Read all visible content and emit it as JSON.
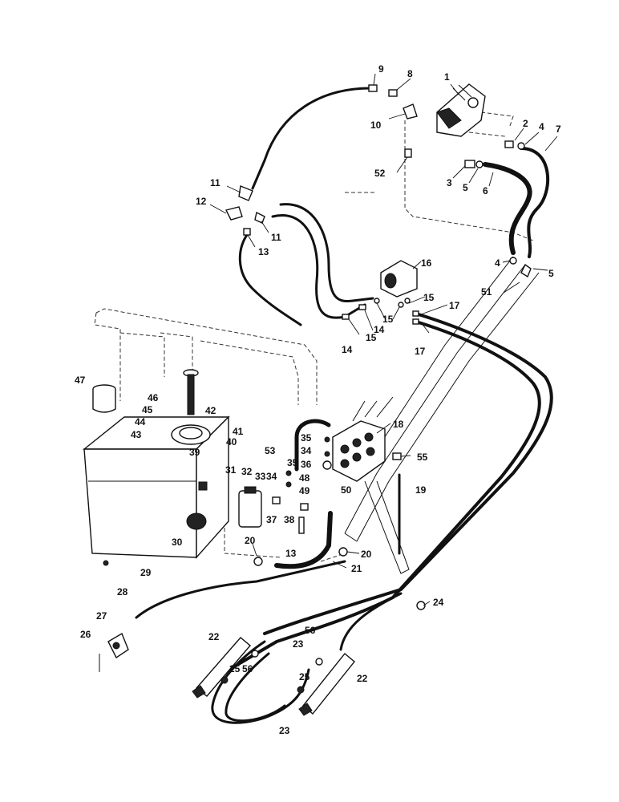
{
  "labels": {
    "l1": "1",
    "l2": "2",
    "l3": "3",
    "l4a": "4",
    "l4b": "4",
    "l5a": "5",
    "l5b": "5",
    "l6": "6",
    "l7": "7",
    "l8": "8",
    "l9": "9",
    "l10": "10",
    "l11a": "11",
    "l11b": "11",
    "l12": "12",
    "l13a": "13",
    "l13b": "13",
    "l14a": "14",
    "l14b": "14",
    "l15a": "15",
    "l15b": "15",
    "l15c": "15",
    "l16": "16",
    "l17a": "17",
    "l17b": "17",
    "l18": "18",
    "l19": "19",
    "l20a": "20",
    "l20b": "20",
    "l21": "21",
    "l22a": "22",
    "l22b": "22",
    "l23a": "23",
    "l23b": "23",
    "l24": "24",
    "l25a": "25",
    "l25b": "25",
    "l26": "26",
    "l27": "27",
    "l28": "28",
    "l29": "29",
    "l30": "30",
    "l31": "31",
    "l32": "32",
    "l33": "33",
    "l34a": "34",
    "l34b": "34",
    "l35a": "35",
    "l35b": "35",
    "l36": "36",
    "l37": "37",
    "l38": "38",
    "l39": "39",
    "l40": "40",
    "l41": "41",
    "l42": "42",
    "l43": "43",
    "l44": "44",
    "l45": "45",
    "l46": "46",
    "l47": "47",
    "l48": "48",
    "l49": "49",
    "l50": "50",
    "l51": "51",
    "l52": "52",
    "l53": "53",
    "l55": "55",
    "l56a": "56",
    "l56b": "56"
  }
}
